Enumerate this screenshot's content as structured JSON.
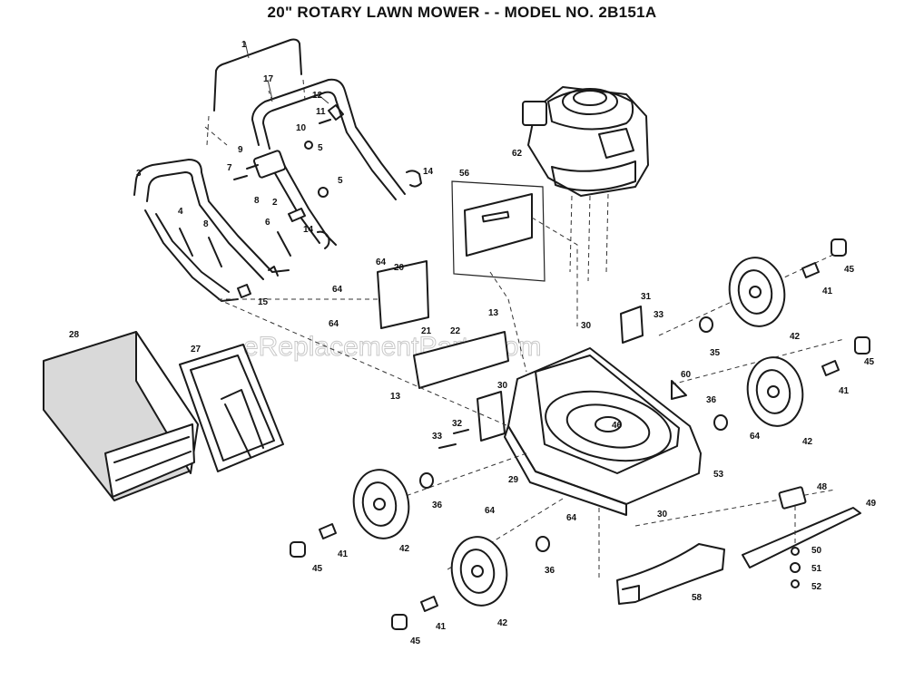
{
  "title": "20\" ROTARY LAWN MOWER - - MODEL NO. 2B151A",
  "watermark": "eReplacementParts.com",
  "callouts": [
    {
      "id": "c-1",
      "label": "1"
    },
    {
      "id": "c-17",
      "label": "17"
    },
    {
      "id": "c-12",
      "label": "12"
    },
    {
      "id": "c-11",
      "label": "11"
    },
    {
      "id": "c-10",
      "label": "10"
    },
    {
      "id": "c-5a",
      "label": "5"
    },
    {
      "id": "c-9",
      "label": "9"
    },
    {
      "id": "c-3",
      "label": "3"
    },
    {
      "id": "c-7",
      "label": "7"
    },
    {
      "id": "c-8a",
      "label": "8"
    },
    {
      "id": "c-8b",
      "label": "8"
    },
    {
      "id": "c-2",
      "label": "2"
    },
    {
      "id": "c-5b",
      "label": "5"
    },
    {
      "id": "c-14a",
      "label": "14"
    },
    {
      "id": "c-14b",
      "label": "14"
    },
    {
      "id": "c-6",
      "label": "6"
    },
    {
      "id": "c-15",
      "label": "15"
    },
    {
      "id": "c-4",
      "label": "4"
    },
    {
      "id": "c-62",
      "label": "62"
    },
    {
      "id": "c-56",
      "label": "56"
    },
    {
      "id": "c-64a",
      "label": "64"
    },
    {
      "id": "c-20",
      "label": "20"
    },
    {
      "id": "c-64b",
      "label": "64"
    },
    {
      "id": "c-64c",
      "label": "64"
    },
    {
      "id": "c-21",
      "label": "21"
    },
    {
      "id": "c-22",
      "label": "22"
    },
    {
      "id": "c-13a",
      "label": "13"
    },
    {
      "id": "c-13b",
      "label": "13"
    },
    {
      "id": "c-31",
      "label": "31"
    },
    {
      "id": "c-33a",
      "label": "33"
    },
    {
      "id": "c-30a",
      "label": "30"
    },
    {
      "id": "c-30b",
      "label": "30"
    },
    {
      "id": "c-32",
      "label": "32"
    },
    {
      "id": "c-33b",
      "label": "33"
    },
    {
      "id": "c-46",
      "label": "46"
    },
    {
      "id": "c-60",
      "label": "60"
    },
    {
      "id": "c-28",
      "label": "28"
    },
    {
      "id": "c-27",
      "label": "27"
    },
    {
      "id": "c-45a",
      "label": "45"
    },
    {
      "id": "c-41a",
      "label": "41"
    },
    {
      "id": "c-42a",
      "label": "42"
    },
    {
      "id": "c-35a",
      "label": "35"
    },
    {
      "id": "c-45b",
      "label": "45"
    },
    {
      "id": "c-41b",
      "label": "41"
    },
    {
      "id": "c-42b",
      "label": "42"
    },
    {
      "id": "c-36a",
      "label": "36"
    },
    {
      "id": "c-64d",
      "label": "64"
    },
    {
      "id": "c-53",
      "label": "53"
    },
    {
      "id": "c-29",
      "label": "29"
    },
    {
      "id": "c-64e",
      "label": "64"
    },
    {
      "id": "c-64f",
      "label": "64"
    },
    {
      "id": "c-30c",
      "label": "30"
    },
    {
      "id": "c-36b",
      "label": "36"
    },
    {
      "id": "c-42c",
      "label": "42"
    },
    {
      "id": "c-41c",
      "label": "41"
    },
    {
      "id": "c-45c",
      "label": "45"
    },
    {
      "id": "c-36c",
      "label": "36"
    },
    {
      "id": "c-42d",
      "label": "42"
    },
    {
      "id": "c-41d",
      "label": "41"
    },
    {
      "id": "c-45d",
      "label": "45"
    },
    {
      "id": "c-48",
      "label": "48"
    },
    {
      "id": "c-49",
      "label": "49"
    },
    {
      "id": "c-50",
      "label": "50"
    },
    {
      "id": "c-51",
      "label": "51"
    },
    {
      "id": "c-52",
      "label": "52"
    },
    {
      "id": "c-58",
      "label": "58"
    }
  ]
}
